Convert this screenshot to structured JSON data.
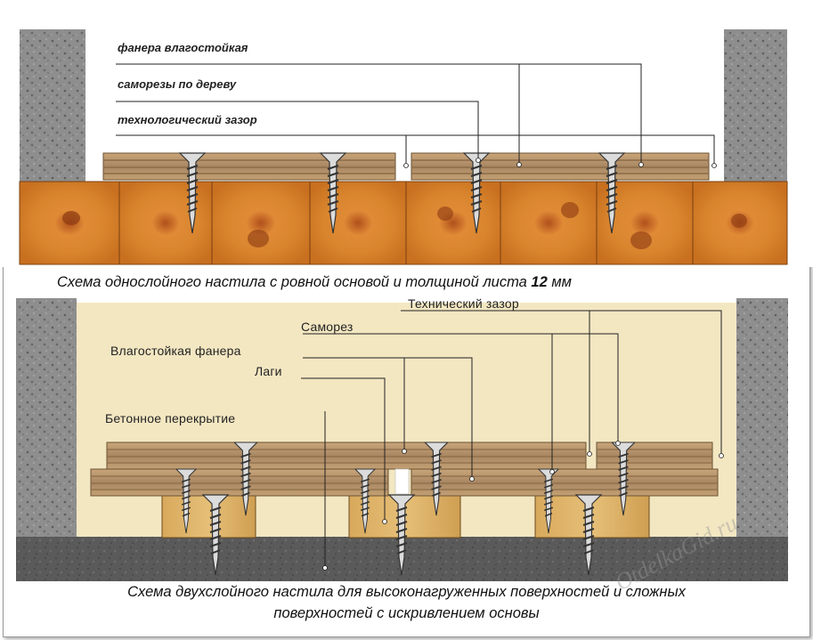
{
  "diagram_top": {
    "labels": {
      "plywood": "фанера влагостойкая",
      "screws": "саморезы по дереву",
      "gap": "технологический зазор"
    },
    "caption_text": "Схема однослойного настила с ровной основой и толщиной листа ",
    "caption_number": "12",
    "caption_unit": " мм"
  },
  "diagram_bottom": {
    "labels": {
      "gap": "Технический зазор",
      "screw": "Саморез",
      "plywood": "Влагостойкая фанера",
      "joists": "Лаги",
      "slab": "Бетонное перекрытие"
    },
    "caption_line1": "Схема двухслойного настила для высоконагруженных поверхностей и сложных",
    "caption_line2": "поверхностей с искривлением основы"
  },
  "watermark": "OtdelkaGid.ru",
  "colors": {
    "concrete": "#8c8c8c",
    "wood": "#d6842a",
    "plywood": "#b8956a",
    "background_bottom": "#f3e7c2",
    "slab": "#555555",
    "leader": "#222222"
  }
}
